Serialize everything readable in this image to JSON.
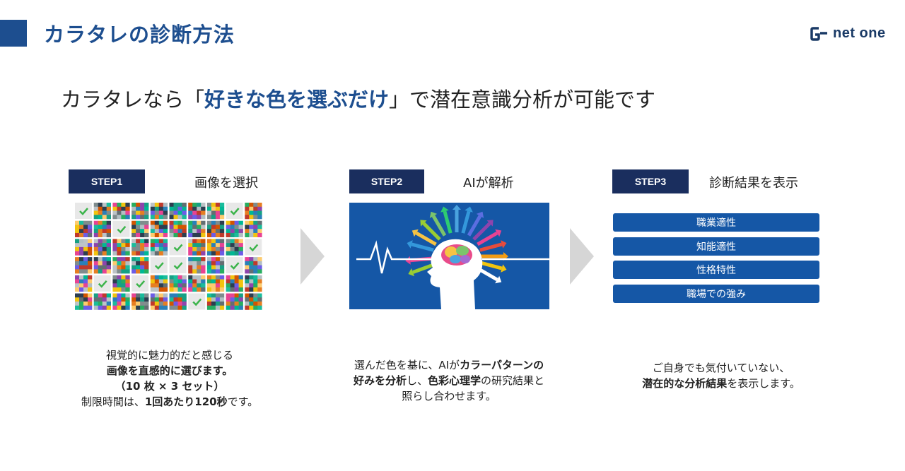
{
  "header": {
    "title": "カラタレの診断方法",
    "logo_text": "net one"
  },
  "headline": {
    "prefix": "カラタレなら「",
    "highlight": "好きな色を選ぶだけ",
    "suffix": "」で潜在意識分析が可能です"
  },
  "steps": [
    {
      "badge": "STEP1",
      "label": "画像を選択",
      "desc": {
        "line1": "視覚的に魅力的だと感じる",
        "line2_bold": "画像を直感的に選びます。",
        "line3_bold": "（10 枚 × 3 セット）",
        "line4_prefix": "制限時間は、",
        "line4_bold": "1回あたり120秒",
        "line4_suffix": "です。"
      }
    },
    {
      "badge": "STEP2",
      "label": "AIが解析",
      "desc": {
        "l1_prefix": "選んだ色を基に、AIが",
        "l1_bold": "カラーパターンの",
        "l2_bold1": "好みを分析",
        "l2_mid": "し、",
        "l2_bold2": "色彩心理学",
        "l2_suffix": "の研究結果と",
        "l3": "照らし合わせます。"
      }
    },
    {
      "badge": "STEP3",
      "label": "診断結果を表示",
      "results": [
        "職業適性",
        "知能適性",
        "性格特性",
        "職場での強み"
      ],
      "desc": {
        "line1": "ご自身でも気付いていない、",
        "line2_bold": "潜在的な分析結果",
        "line2_suffix": "を表示します。"
      }
    }
  ],
  "colors": {
    "brand": "#1d4e8f",
    "badge": "#1a2e5e",
    "button": "#1557a6",
    "arrow": "#d6d6d6"
  },
  "icons": [
    "checkmark-icon",
    "chevron-right-icon",
    "brain-icon",
    "heartbeat-line-icon"
  ]
}
